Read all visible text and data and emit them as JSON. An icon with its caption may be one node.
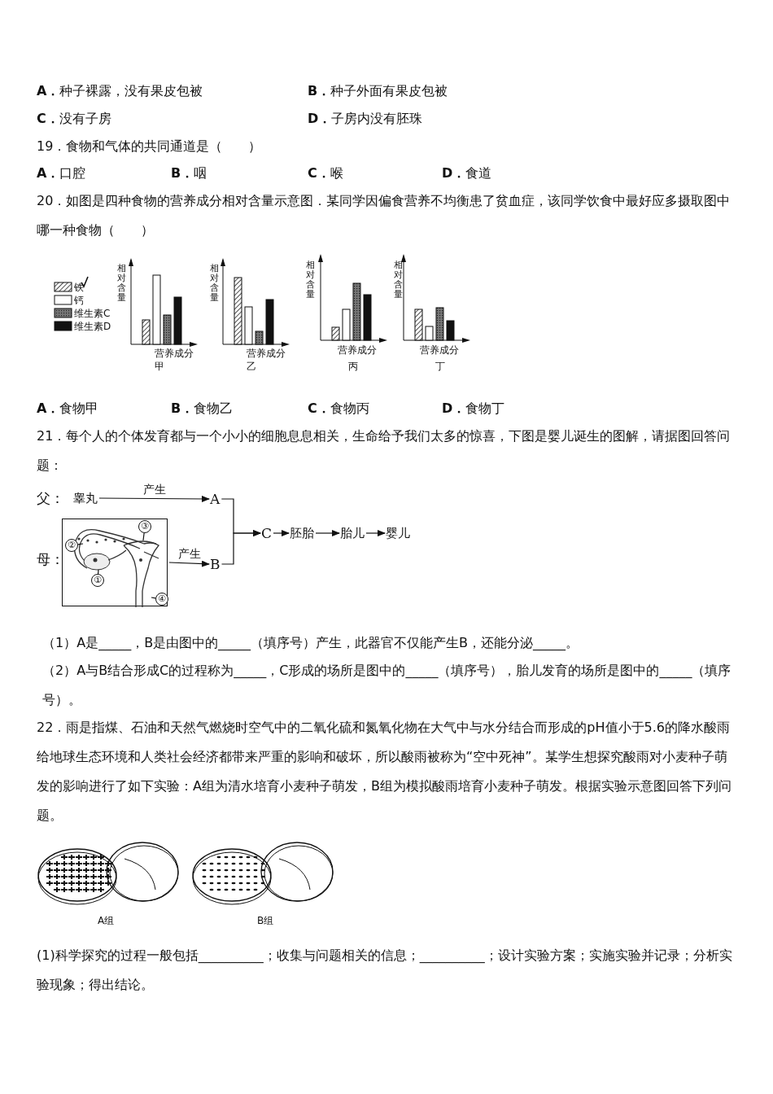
{
  "diagram": {
    "nodes": [
      {
        "text": [
          "睾丸"
        ]
      },
      {
        "text": [
          "A"
        ]
      },
      {
        "text": [],
        "shape": "picture"
      },
      {
        "text": [
          "①"
        ],
        "in": 2
      },
      {
        "text": [
          "②"
        ],
        "in": 2
      },
      {
        "text": [
          "③"
        ],
        "in": 2
      },
      {
        "text": [
          "④"
        ],
        "in": 2
      },
      {
        "text": [
          "B"
        ]
      },
      {
        "text": [
          "C"
        ]
      },
      {
        "text": [
          "胚胎"
        ]
      },
      {
        "text": [
          "胎儿"
        ]
      },
      {
        "text": [
          "婴儿"
        ]
      }
    ],
    "edges": [
      {
        "from": 0,
        "to": 1,
        "arrow": "to",
        "label": "产生"
      },
      {
        "from": 2,
        "to": 7,
        "arrow": "to",
        "label": "产生"
      },
      {
        "from": 1,
        "to": 8,
        "arrow": "to"
      },
      {
        "from": 7,
        "to": 8,
        "arrow": "to"
      },
      {
        "from": 8,
        "to": 9,
        "arrow": "to"
      },
      {
        "from": 9,
        "to": 10,
        "arrow": "to"
      },
      {
        "from": 10,
        "to": 11,
        "arrow": "to"
      },
      {
        "from": 3,
        "to": null,
        "arrow": "none"
      },
      {
        "from": 4,
        "to": null,
        "arrow": "none"
      },
      {
        "from": 5,
        "to": null,
        "arrow": "none"
      },
      {
        "from": 6,
        "to": null,
        "arrow": "none"
      }
    ],
    "labels": [
      "**A．**种子裸露，没有果皮包被",
      "**B．**种子外面有果皮包被",
      "**C．**没有子房",
      "**D．**子房内没有胚珠",
      "19．食物和气体的共同通道是（　　）",
      "**A．**口腔",
      "**B．**咽",
      "**C．**喉",
      "**D．**食道",
      "20．如图是四种食物的营养成分相对含量示意图．某同学因偏食营养不均衡患了贫血症，该同学饮食中最好应多摄取图中哪一种食物（　　）",
      "相对含量",
      "相对含量",
      "相对含量",
      "相对含量",
      "营养成分",
      "营养成分",
      "营养成分",
      "营养成分",
      "甲",
      "乙",
      "丙",
      "丁",
      "**A．**食物甲",
      "**B．**食物乙",
      "**C．**食物丙",
      "**D．**食物丁",
      "21．每个人的个体发育都与一个小小的细胞息息相关，生命给予我们太多的惊喜，下图是婴儿诞生的图解，请据图回答问题：",
      "父：",
      "母：",
      "（1）A是_____，B是由图中的_____（填序号）产生，此器官不仅能产生B，还能分泌_____。",
      "（2）A与B结合形成C的过程称为_____，C形成的场所是图中的_____（填序号），胎儿发育的场所是图中的_____（填序号）。",
      "22．雨是指煤、石油和天然气燃烧时空气中的二氧化硫和氮氧化物在大气中与水分结合而形成的pH值小于5.6的降水酸雨给地球生态环境和人类社会经济都带来严重的影响和破坏，所以酸雨被称为“空中死神”。某学生想探究酸雨对小麦种子萌发的影响进行了如下实验：A组为清水培育小麦种子萌发，B组为模拟酸雨培育小麦种子萌发。根据实验示意图回答下列问题。",
      "A组",
      "B组",
      "(1)科学探究的过程一般包括__________；收集与问题相关的信息；__________；设计实验方案；实施实验并记录；分析实验现象；得出结论。"
    ],
    "legend": [
      {
        "text": "铁"
      },
      {
        "text": "钙"
      },
      {
        "text": "维生素C"
      },
      {
        "text": "维生素D"
      }
    ]
  }
}
